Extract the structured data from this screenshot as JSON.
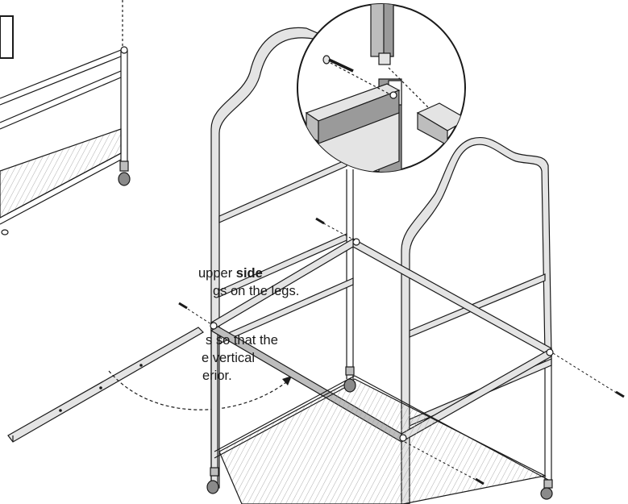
{
  "instructions": {
    "line1_prefix": "upper ",
    "line1_bold": "side",
    "line2": "gs on the legs.",
    "line3": "s so that the",
    "line4": "e vertical",
    "line5": "erior."
  },
  "colors": {
    "ink": "#1a1a1a",
    "tube_fill": "#e4e4e4",
    "tube_shade": "#bdbdbd",
    "detail_fill": "#9a9a9a",
    "caster": "#8a8a8a"
  },
  "icons": {
    "screw": "screw-icon",
    "caster": "caster-wheel-icon"
  }
}
